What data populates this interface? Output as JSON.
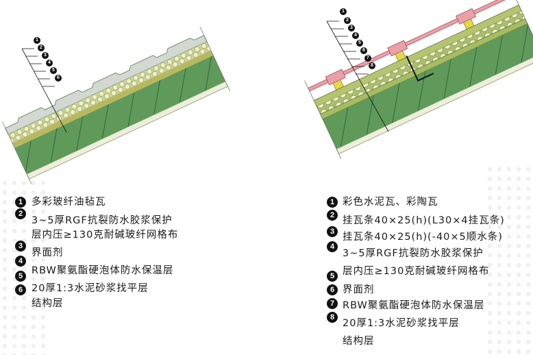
{
  "left": {
    "markers": [
      "1",
      "2",
      "3",
      "4",
      "5",
      "6"
    ],
    "lines": [
      "多彩玻纤油毡瓦",
      "3~5厚RGF抗裂防水胶浆保护",
      "层内压≥130克耐碱玻纤网格布",
      "界面剂",
      "RBW聚氨酯硬泡体防水保温层",
      "20厚1:3水泥砂浆找平层",
      "结构层"
    ]
  },
  "right": {
    "markers": [
      "1",
      "2",
      "3",
      "4",
      "5",
      "6",
      "7",
      "8"
    ],
    "lines": [
      "彩色水泥瓦、彩陶瓦",
      "挂瓦条40×25(h)(L30×4挂瓦条)",
      "挂瓦条40×25(h)(-40×5顺水条)",
      "3~5厚RGF抗裂防水胶浆保护",
      "层内压≥130克耐碱玻纤网格布",
      "界面剂",
      "RBW聚氨酯硬泡体防水保温层",
      "20厚1:3水泥砂浆找平层",
      "结构层"
    ]
  },
  "colors": {
    "structure": "#5f9a5a",
    "foam": "#f3f0c8",
    "tile_pink": "#e9a0a6",
    "tile_gray": "#d4d8d2",
    "band": "#b5c470"
  }
}
